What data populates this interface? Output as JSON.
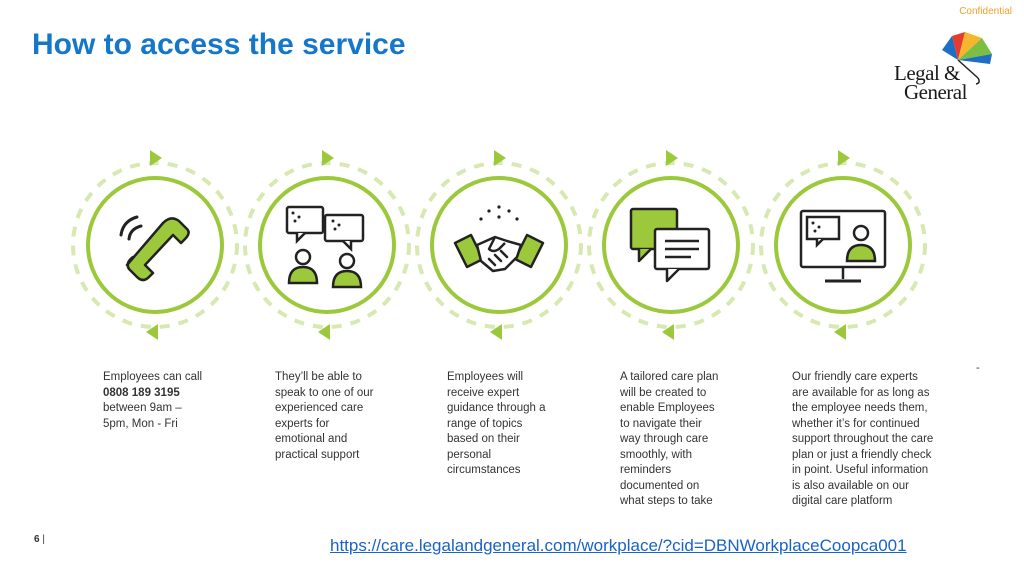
{
  "header": {
    "confidential": "Confidential",
    "title": "How to access the service"
  },
  "logo": {
    "line1": "Legal &",
    "line2": "General"
  },
  "colors": {
    "accent_green": "#9cc93b",
    "light_green": "#d7e8b0",
    "title_blue": "#1477c9"
  },
  "steps": [
    {
      "icon": "phone-icon",
      "text_before": "Employees can call",
      "bold": "0808 189 3195",
      "text_after": "between 9am –\n5pm, Mon - Fri"
    },
    {
      "icon": "conversation-icon",
      "text": "They’ll be able to\nspeak to one of our\nexperienced care\nexperts for\nemotional and\npractical support"
    },
    {
      "icon": "handshake-icon",
      "text": "Employees will\nreceive expert\nguidance through a\nrange of topics\nbased on their\npersonal\ncircumstances"
    },
    {
      "icon": "chat-bubbles-icon",
      "text": "A tailored care plan\nwill be created to\nenable Employees\nto navigate their\nway through care\nsmoothly, with\nreminders\ndocumented on\nwhat steps to take"
    },
    {
      "icon": "video-call-icon",
      "text": "Our friendly care experts\nare available for as long as\nthe employee needs them,\nwhether it’s for continued\nsupport throughout the care\nplan or just a friendly check\nin point. Useful information\nis also available on our\ndigital care platform"
    }
  ],
  "stray_mark": "-",
  "footer": {
    "page_number": "6",
    "separator": "|",
    "link": "https://care.legalandgeneral.com/workplace/?cid=DBNWorkplaceCoopca001"
  }
}
